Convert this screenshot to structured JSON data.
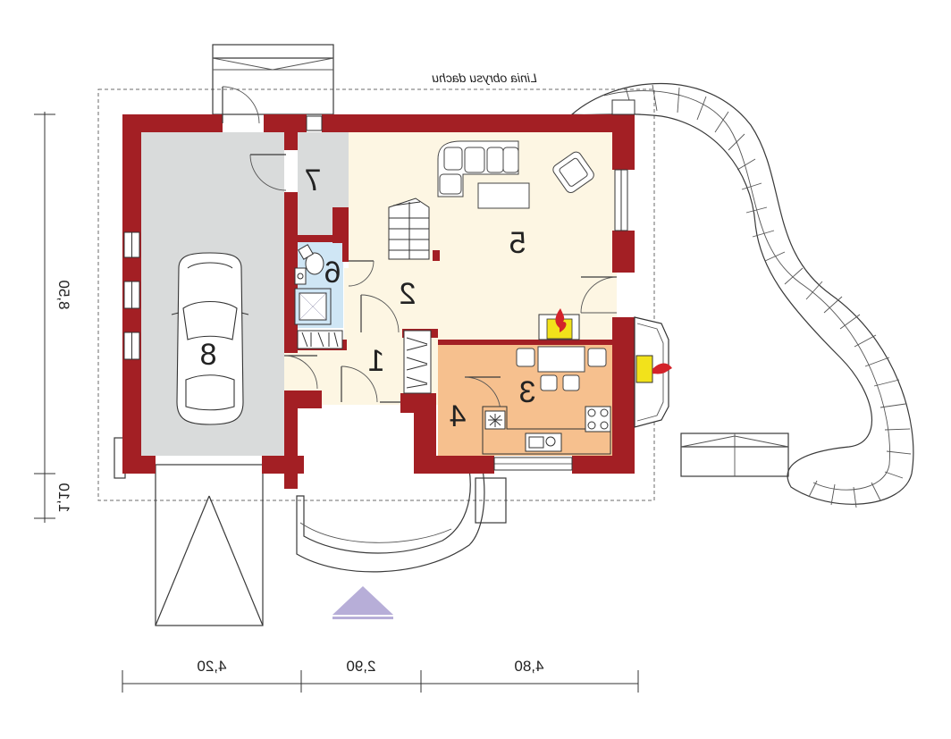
{
  "roof_outline_label": "Linia obrysu dachu",
  "rooms": {
    "r1": "1",
    "r2": "2",
    "r3": "3",
    "r4": "4",
    "r5": "5",
    "r6": "6",
    "r7": "7",
    "r8": "8"
  },
  "dimensions": {
    "bottom_left": "4,20",
    "bottom_middle": "2,90",
    "bottom_right": "4,80",
    "left_main": "8,50",
    "left_small": "1,10"
  },
  "colors": {
    "wall": "#a31f24",
    "garage_floor": "#d9dbdb",
    "living_floor": "#fdf6e3",
    "kitchen_floor": "#f6c08e",
    "bathroom_floor": "#cfe6f5",
    "fireplace": "#f2e21b",
    "flame": "#d3232a",
    "entrance_arrow": "#b7aed8"
  }
}
